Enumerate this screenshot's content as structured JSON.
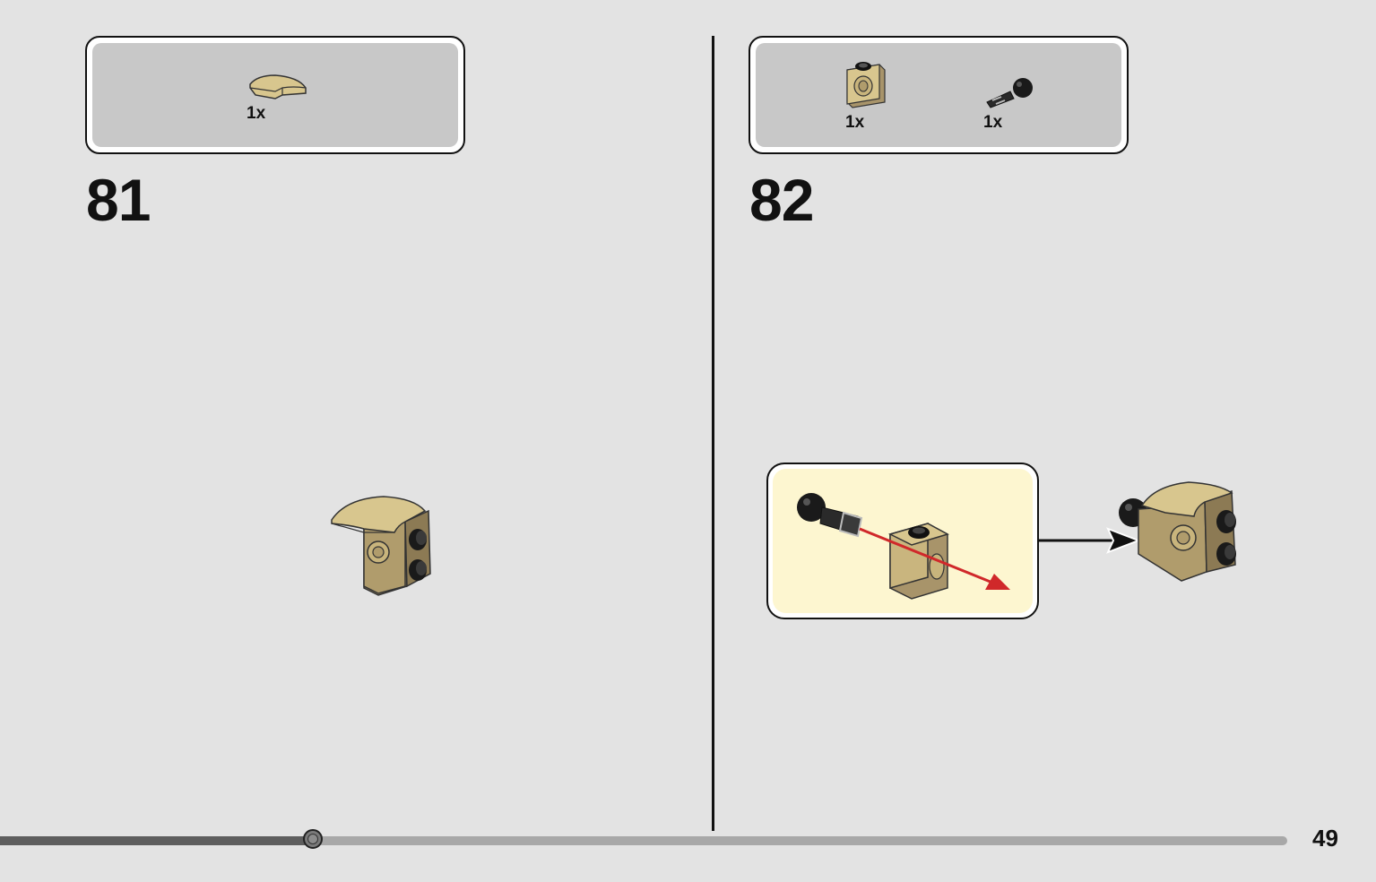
{
  "colors": {
    "background": "#e3e3e3",
    "parts_box_fill": "#c8c8c8",
    "callout_fill": "#fdf6d0",
    "tan_brick": "#d8c68e",
    "arrow_red": "#d0282a",
    "progress_fill": "#5e5e5e",
    "progress_track": "#a8a8a8"
  },
  "step_81": {
    "number": "81",
    "parts": [
      {
        "icon": "tan-curved-slope-icon",
        "qty": "1x"
      }
    ]
  },
  "step_82": {
    "number": "82",
    "parts": [
      {
        "icon": "tan-technic-brick-icon",
        "qty": "1x"
      },
      {
        "icon": "black-ball-joint-pin-icon",
        "qty": "1x"
      }
    ]
  },
  "progress": {
    "fraction": 0.243
  },
  "page_number": "49"
}
